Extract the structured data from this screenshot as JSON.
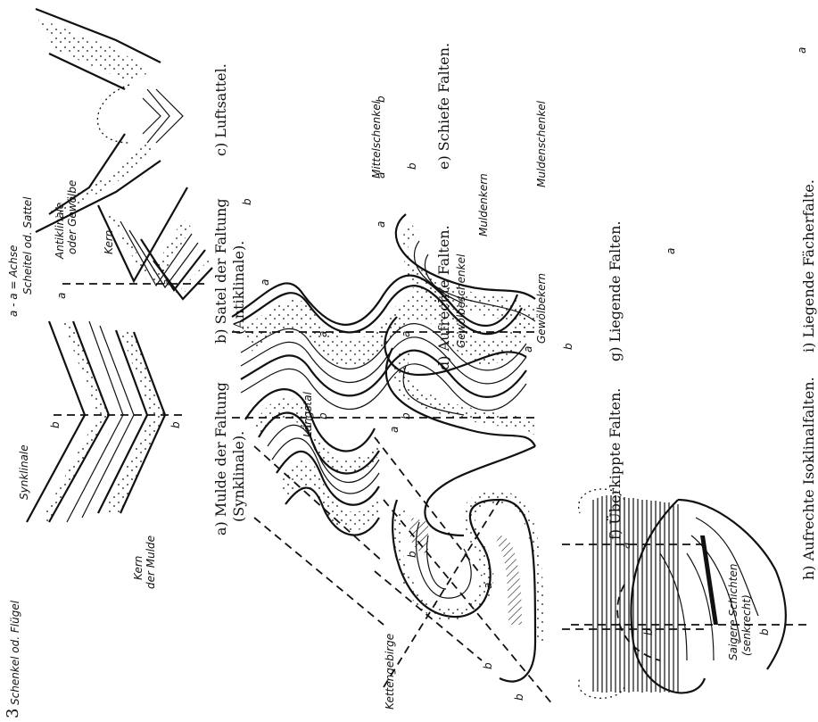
{
  "page_number": "3",
  "panels": {
    "a": {
      "caption": "a) Mulde der Faltung",
      "caption2": "(Synklinale).",
      "labels": {
        "synklinale": "Synklinale",
        "schenkel": "Schenkel od. Flügel",
        "kern": "Kern",
        "kern2": "der Mulde",
        "b1": "b",
        "b2": "b"
      }
    },
    "b": {
      "caption": "b) Satel der Faltung",
      "caption2": "(Antiklinale).",
      "labels": {
        "axis": "a - a = Achse",
        "scheitel": "Scheitel od. Sattel",
        "antiklinale": "Antiklinale",
        "gewoelbe": "oder Gewölbe",
        "kern": "Kern",
        "a1": "a",
        "a2": "a"
      }
    },
    "c": {
      "caption": "c) Luftsattel."
    },
    "d": {
      "caption": "d) Aufrechte Falten.",
      "labels": {
        "laengstal": "Längstal",
        "kettengebirge": "Kettengebirge",
        "a1": "a",
        "a2": "a",
        "b1": "b",
        "b2": "b"
      }
    },
    "e": {
      "caption": "e) Schiefe Falten.",
      "labels": {
        "a1": "a",
        "a2": "a",
        "b1": "b",
        "b2": "b"
      }
    },
    "f": {
      "caption": "f) Überkippte Falten.",
      "labels": {
        "a1": "a",
        "a2": "a",
        "b1": "b",
        "b2": "b",
        "b3": "b"
      }
    },
    "g": {
      "caption": "g) Liegende Falten.",
      "labels": {
        "mittelschenkel": "Mittelschenkel",
        "muldenschenkel": "Muldenschenkel",
        "muldenkern": "Muldenkern",
        "gewoelbeschenkel": "Gewölbeschenkel",
        "gewoelbekern": "Gewölbekern",
        "a1": "a",
        "a2": "a",
        "b1": "b",
        "b2": "b"
      }
    },
    "h": {
      "caption": "h) Aufrechte Isoklinalfalten.",
      "labels": {
        "saigere": "Saigere Schichten",
        "senkrecht": "(senkrecht)",
        "a": "a",
        "b1": "b",
        "b2": "b"
      }
    },
    "i": {
      "caption": "i) Liegende Fächerfalte.",
      "labels": {
        "a1": "a",
        "a2": "a"
      }
    }
  }
}
